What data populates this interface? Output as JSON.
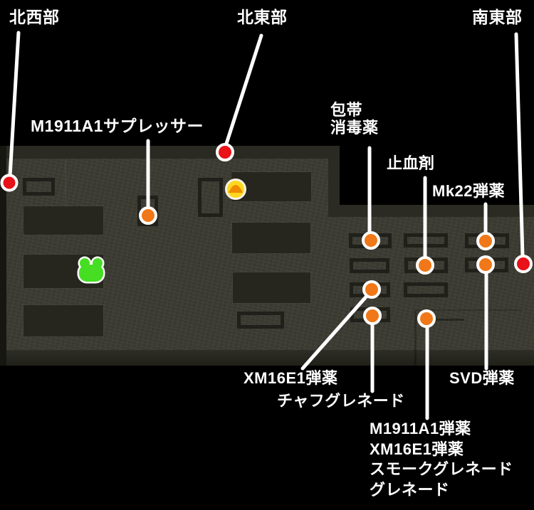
{
  "map_title": "base-interior-item-map",
  "regions": {
    "northwest": "北西部",
    "northeast": "北東部",
    "southeast": "南東部"
  },
  "items": {
    "suppressor": "M1911A1サプレッサー",
    "bandage": "包帯",
    "disinfectant": "消毒薬",
    "styptic": "止血剤",
    "mk22_ammo": "Mk22弾薬",
    "xm16e1_ammo": "XM16E1弾薬",
    "chaff_grenade": "チャフグレネード",
    "svd_ammo": "SVD弾薬",
    "multi_spot": [
      "M1911A1弾薬",
      "XM16E1弾薬",
      "スモークグレネード",
      "グレネード"
    ]
  },
  "icons": {
    "frog": "kerotan-frog-icon",
    "food": "yellow-food-spot-icon",
    "item_marker": "orange-dot",
    "region_marker": "red-dot"
  },
  "colors": {
    "background": "#000000",
    "map_base": "#3c3c33",
    "map_band": "#2b2b24",
    "map_dark_rect": "#26261f",
    "callout_line": "#ffffff",
    "item_dot": "#f07818",
    "region_dot": "#e81218",
    "frog_green": "#46de22",
    "food_yellow": "#ffd71e",
    "food_mound_orange": "#f08a00"
  }
}
